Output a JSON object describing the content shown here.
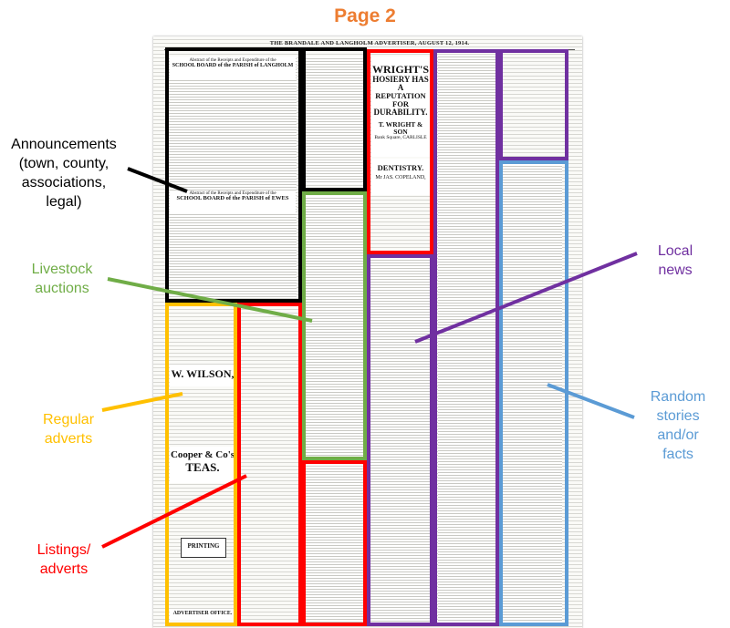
{
  "title": "Page 2",
  "masthead": "THE BRANDALE AND LANGHOLM ADVERTISER, AUGUST 12, 1914.",
  "clippings": {
    "hosiery_ad": [
      "WRIGHT'S",
      "HOSIERY HAS A",
      "REPUTATION FOR",
      "DURABILITY.",
      "T. WRIGHT & SON",
      "Bank Square, CARLISLE"
    ],
    "dentistry": [
      "DENTISTRY.",
      "Mr JAS. COPELAND,"
    ],
    "parish_heading": [
      "Abstract of the Receipts and Expenditure of the",
      "SCHOOL BOARD of the PARISH of LANGHOLM"
    ],
    "parish_heading_2": [
      "Abstract of the Receipts and Expenditure of the",
      "SCHOOL BOARD of the PARISH of EWES"
    ],
    "wilson_ad": [
      "W. WILSON,"
    ],
    "teas_ad": [
      "Cooper & Co's",
      "TEAS."
    ],
    "printing_ad": [
      "PRINTING"
    ],
    "office_ad": [
      "ADVERTISER OFFICE."
    ]
  },
  "labels": {
    "announcements": [
      "Announcements",
      "(town, county,",
      "associations,",
      "legal)"
    ],
    "livestock": [
      "Livestock",
      "auctions"
    ],
    "regular": [
      "Regular",
      "adverts"
    ],
    "listings": [
      "Listings/",
      "adverts"
    ],
    "local_news": [
      "Local",
      "news"
    ],
    "random": [
      "Random",
      "stories",
      "and/or",
      "facts"
    ]
  },
  "colors": {
    "title": "#ED7D31",
    "announcements": "#000000",
    "livestock": "#70AD47",
    "regular": "#FFC000",
    "listings": "#FF0000",
    "local_news": "#7030A0",
    "random": "#5B9BD5"
  }
}
